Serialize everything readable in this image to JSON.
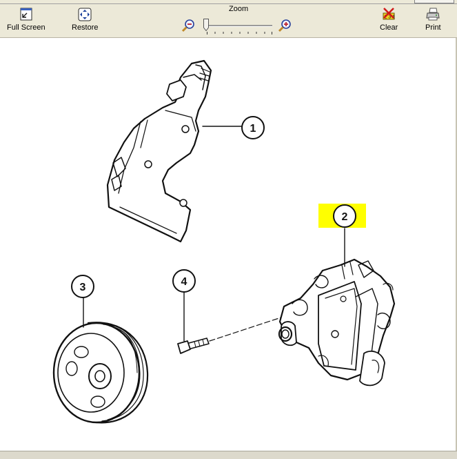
{
  "toolbar": {
    "full_screen_label": "Full Screen",
    "restore_label": "Restore",
    "zoom_label": "Zoom",
    "clear_label": "Clear",
    "print_label": "Print",
    "zoom_level": 0
  },
  "diagram": {
    "callouts": [
      {
        "label": "1",
        "highlighted": false
      },
      {
        "label": "2",
        "highlighted": true
      },
      {
        "label": "3",
        "highlighted": false
      },
      {
        "label": "4",
        "highlighted": false
      }
    ],
    "highlight_color": "#ffff00"
  }
}
